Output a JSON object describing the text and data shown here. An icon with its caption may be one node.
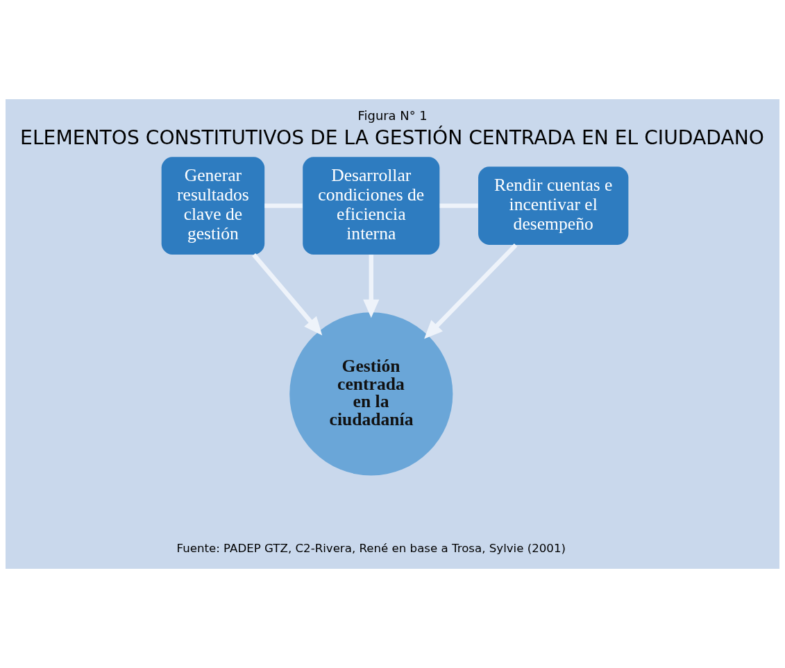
{
  "diagram": {
    "title": "ELEMENTOS CONSTITUTIVOS DE LA GESTIÓN CENTRADA EN EL CIUDADANO",
    "caption": "Fuente: PADEP GTZ, C2-Rivera, René en base a Trosa, Sylvie (2001)",
    "nodes": [
      {
        "text": [
          "Generar resultados clave de gestión"
        ]
      },
      {
        "text": [
          "Desarrollar condiciones de eficiencia interna"
        ]
      },
      {
        "text": [
          "Rendir cuentas e incentivar el desempeño"
        ]
      },
      {
        "text": [
          "Gestión centrada en la ciudadanía"
        ]
      }
    ],
    "edges": [
      {
        "from": 0,
        "to": 1,
        "arrow": "none"
      },
      {
        "from": 1,
        "to": 2,
        "arrow": "none"
      },
      {
        "from": 0,
        "to": 3,
        "arrow": "to"
      },
      {
        "from": 1,
        "to": 3,
        "arrow": "to"
      },
      {
        "from": 2,
        "to": 3,
        "arrow": "to"
      }
    ],
    "labels": [
      "Figura N° 1"
    ]
  }
}
